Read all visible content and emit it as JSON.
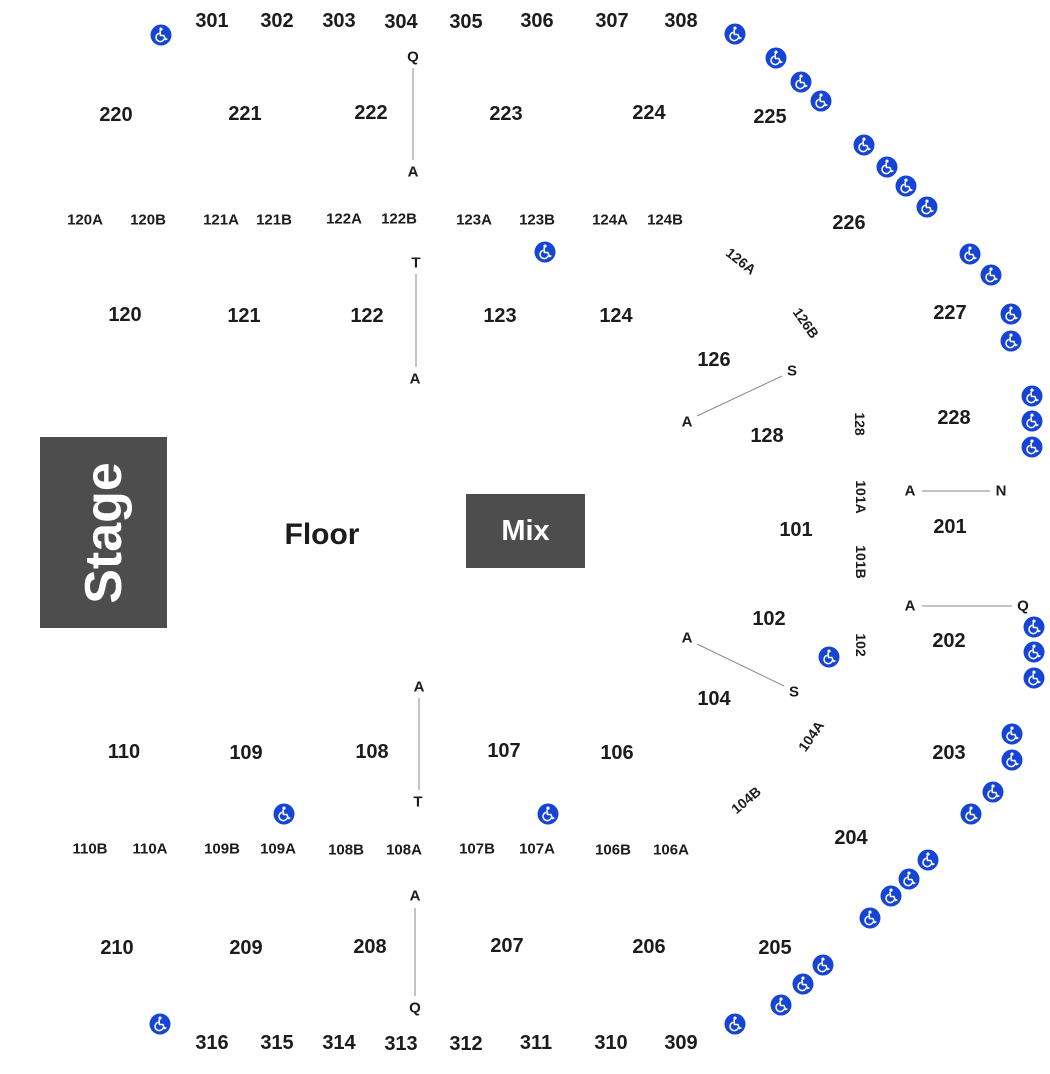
{
  "map": {
    "stage_label": "Stage",
    "floor_label": "Floor",
    "mix_label": "Mix",
    "sections": [
      "301",
      "302",
      "303",
      "304",
      "305",
      "306",
      "307",
      "308",
      "220",
      "221",
      "222",
      "223",
      "224",
      "225",
      "226",
      "227",
      "228",
      "120A",
      "120B",
      "121A",
      "121B",
      "122A",
      "122B",
      "123A",
      "123B",
      "124A",
      "124B",
      "120",
      "121",
      "122",
      "123",
      "124",
      "126",
      "128",
      "101",
      "102",
      "104",
      "126A",
      "126B",
      "128",
      "101A",
      "101B",
      "102",
      "104A",
      "104B",
      "201",
      "202",
      "203",
      "204",
      "205",
      "110",
      "109",
      "108",
      "107",
      "106",
      "110B",
      "110A",
      "109B",
      "109A",
      "108B",
      "108A",
      "107B",
      "107A",
      "106B",
      "106A",
      "210",
      "209",
      "208",
      "207",
      "206",
      "316",
      "315",
      "314",
      "313",
      "312",
      "311",
      "310",
      "309"
    ],
    "row_letters": [
      "Q",
      "A",
      "T",
      "A",
      "S",
      "A",
      "A",
      "N",
      "A",
      "Q",
      "A",
      "S",
      "A",
      "T",
      "A",
      "Q"
    ],
    "accessible_icon": "wheelchair-icon",
    "colors": {
      "stage": "#4d4d4d",
      "mix": "#4d4d4d",
      "accessible": "#1645d6",
      "text": "#1c1c1c"
    }
  }
}
